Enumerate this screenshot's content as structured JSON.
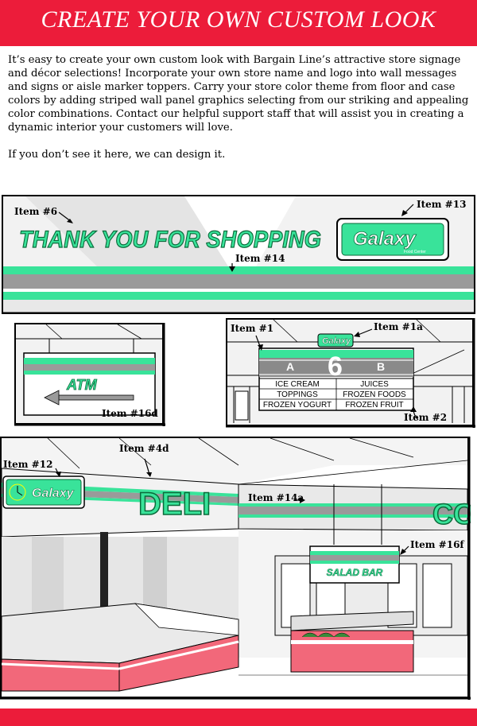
{
  "header": {
    "title": "CREATE YOUR OWN CUSTOM LOOK",
    "banner_color": "#ec1c3a"
  },
  "intro": {
    "paragraph_1": "It’s easy to create your own custom look with Bargain Line’s attractive store signage and décor selections!  Incorporate your own store name and logo into wall messages and signs or aisle marker toppers.  Carry your store color theme from floor and case colors by adding striped wall panel graphics selecting from our striking and appealing color combinations.  Contact our helpful support staff that will assist you in creating a dynamic interior your customers will love.",
    "paragraph_2": "If you don’t see it here, we can design it."
  },
  "colors": {
    "accent_green": "#39e39a",
    "dark_green": "#0a6a3a",
    "gray_band": "#9a9a9a",
    "counter_red": "#f2687a"
  },
  "wall_panel": {
    "message": "THANK YOU FOR SHOPPING",
    "logo_name": "Galaxy",
    "logo_sub": "Food Center",
    "labels": {
      "item6": "Item #6",
      "item13": "Item #13",
      "item14": "Item #14"
    }
  },
  "atm_sign": {
    "text": "ATM",
    "label": "Item #16d"
  },
  "aisle_marker": {
    "logo_name": "Galaxy",
    "left_letter": "A",
    "number": "6",
    "right_letter": "B",
    "rows": [
      [
        "ICE CREAM",
        "JUICES"
      ],
      [
        "TOPPINGS",
        "FROZEN FOODS"
      ],
      [
        "FROZEN YOGURT",
        "FROZEN FRUIT"
      ]
    ],
    "labels": {
      "item1": "Item #1",
      "item1a": "Item #1a",
      "item2": "Item #2"
    }
  },
  "store_scene": {
    "deli_text": "DELI",
    "partial_text": "CO",
    "logo_name": "Galaxy",
    "salad_bar": "SALAD BAR",
    "labels": {
      "item12": "Item #12",
      "item4d": "Item #4d",
      "item14a": "Item #14a",
      "item16f": "Item #16f"
    }
  }
}
